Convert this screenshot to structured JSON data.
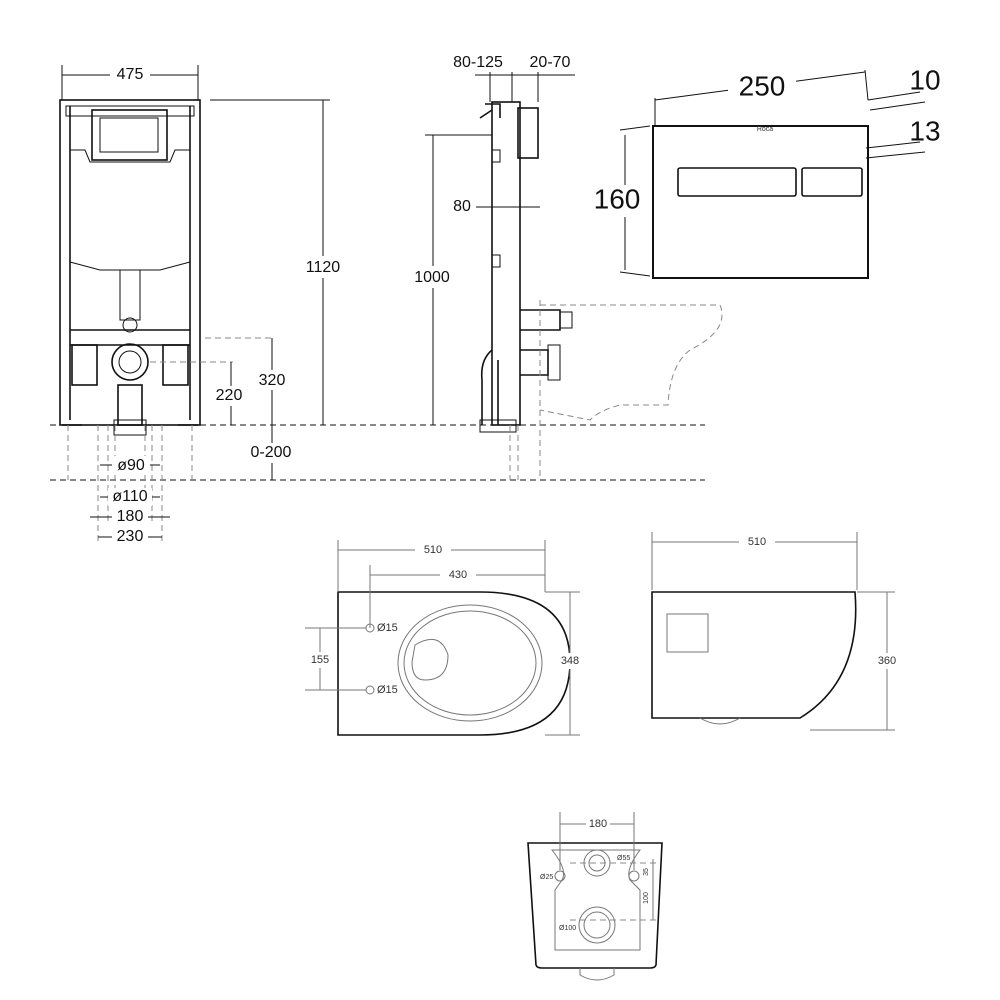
{
  "installation_frame_front": {
    "width": "475",
    "height": "1120",
    "outlet_height": "320",
    "inlet_height": "220",
    "floor_range": "0-200",
    "pipe_d90": "ø90",
    "pipe_d110": "ø110",
    "spacing_180": "180",
    "spacing_230": "230"
  },
  "installation_frame_side": {
    "wall_depth": "80-125",
    "cover_depth": "20-70",
    "offset": "80",
    "height": "1000"
  },
  "flush_plate": {
    "width": "250",
    "thickness": "10",
    "button_depth": "13",
    "height": "160",
    "logo": "Roca"
  },
  "toilet_top_view": {
    "length": "510",
    "fixing_length": "430",
    "fixing_spacing": "155",
    "width": "348",
    "fixing_hole_1": "Ø15",
    "fixing_hole_2": "Ø15"
  },
  "toilet_side_view": {
    "length": "510",
    "height": "360"
  },
  "toilet_rear_view": {
    "fixing_spacing": "180",
    "inlet": "Ø55",
    "fixing_hole": "Ø25",
    "inlet_offset": "35",
    "outlet_offset": "100",
    "outlet": "Ø100"
  }
}
